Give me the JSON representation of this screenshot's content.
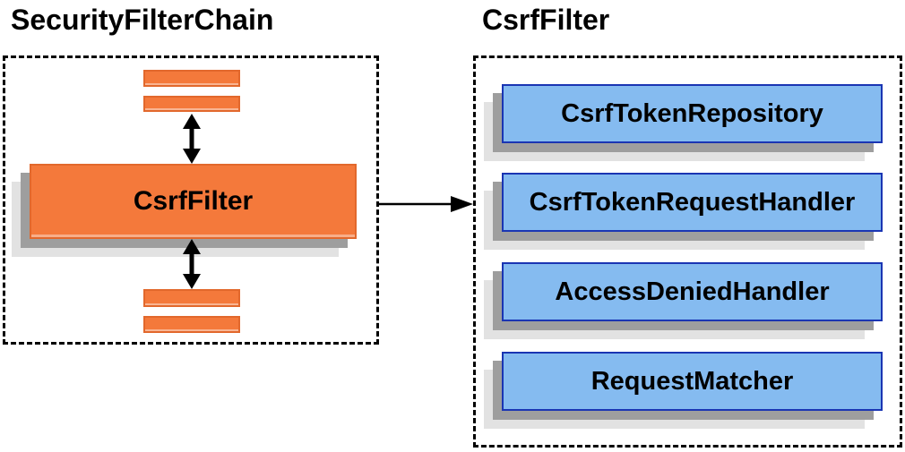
{
  "diagram": {
    "left_section": {
      "title": "SecurityFilterChain",
      "filter_box_label": "CsrfFilter",
      "other_filters_note": "unlabeled-filter-bars"
    },
    "right_section": {
      "title": "CsrfFilter",
      "components": [
        "CsrfTokenRepository",
        "CsrfTokenRequestHandler",
        "AccessDeniedHandler",
        "RequestMatcher"
      ]
    },
    "colors": {
      "orange_fill": "#f4793b",
      "orange_border": "#e2682c",
      "blue_fill": "#85bbf0",
      "blue_border": "#1a35b3",
      "shadow_dark": "#9e9e9e",
      "shadow_light": "#e2e2e2",
      "arrow_color": "#000000",
      "text_color": "#000000"
    }
  }
}
